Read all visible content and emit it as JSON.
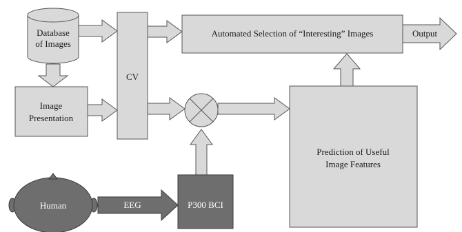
{
  "nodes": {
    "database": {
      "line1": "Database",
      "line2": "of Images"
    },
    "image_presentation": {
      "line1": "Image",
      "line2": "Presentation"
    },
    "cv": {
      "label": "CV"
    },
    "automated_selection": {
      "label": "Automated Selection of “Interesting” Images"
    },
    "output": {
      "label": "Output"
    },
    "prediction": {
      "line1": "Prediction of Useful",
      "line2": "Image Features"
    },
    "human": {
      "label": "Human"
    },
    "eeg": {
      "label": "EEG"
    },
    "p300": {
      "label": "P300 BCI"
    }
  }
}
